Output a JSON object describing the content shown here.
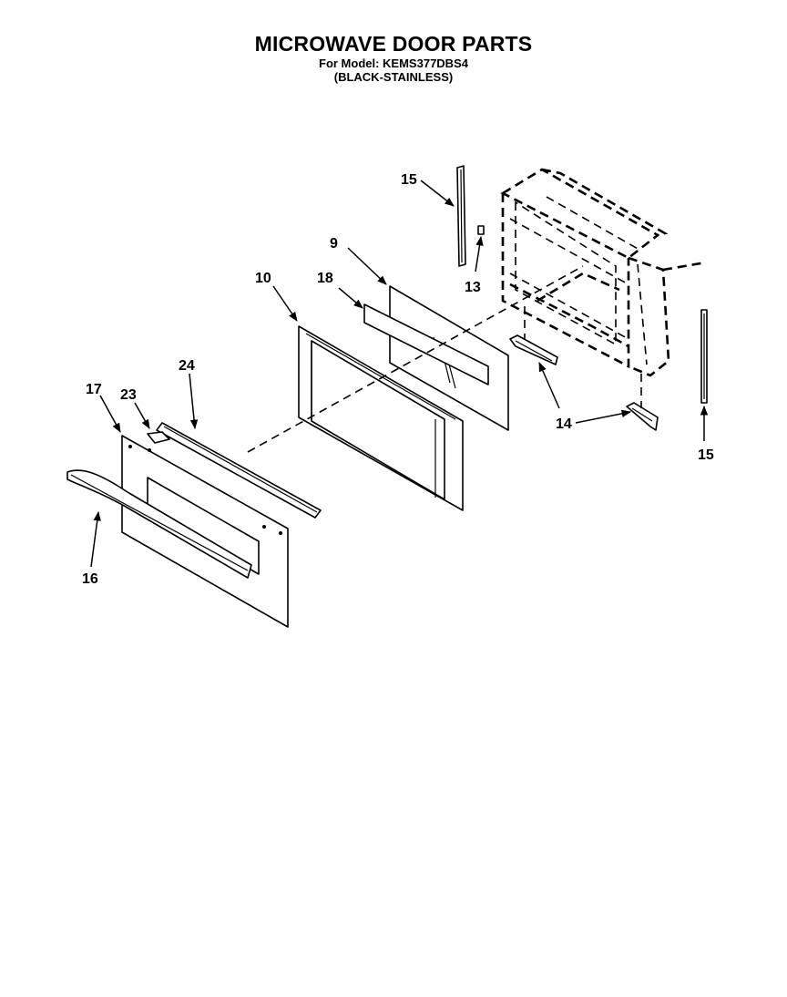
{
  "header": {
    "title": "MICROWAVE DOOR PARTS",
    "model_line": "For Model: KEMS377DBS4",
    "color_line": "(BLACK-STAINLESS)"
  },
  "callouts": {
    "c15_top": "15",
    "c9": "9",
    "c18": "18",
    "c10": "10",
    "c13": "13",
    "c14": "14",
    "c15_bottom": "15",
    "c24": "24",
    "c17": "17",
    "c23": "23",
    "c16": "16"
  }
}
